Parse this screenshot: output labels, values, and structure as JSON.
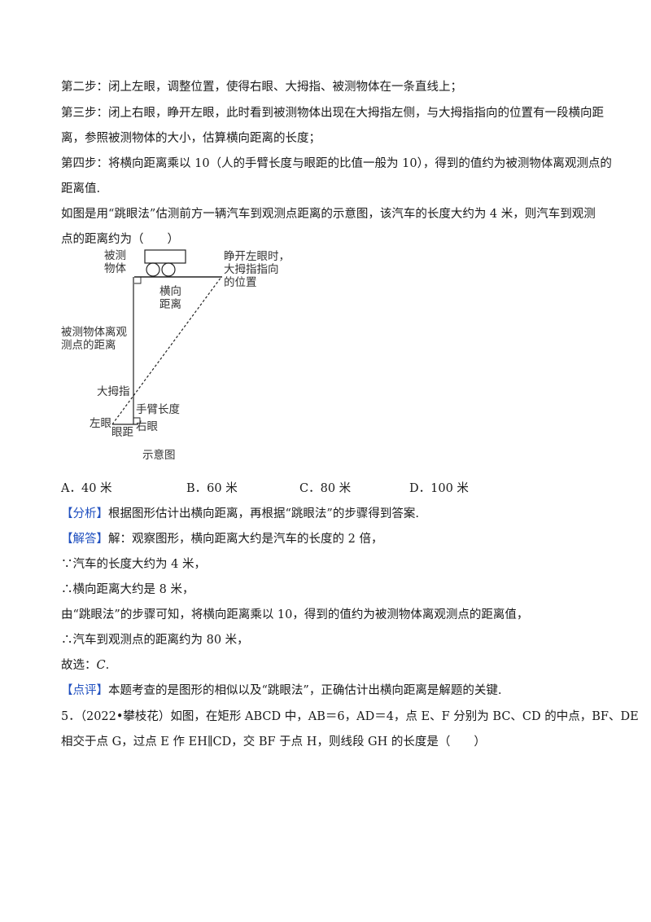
{
  "paragraphs": {
    "step2": "第二步：闭上左眼，调整位置，使得右眼、大拇指、被测物体在一条直线上；",
    "step3_a": "第三步：闭上右眼，睁开左眼，此时看到被测物体出现在大拇指左侧，与大拇指指向的位置有一段横向距",
    "step3_b": "离，参照被测物体的大小，估算横向距离的长度；",
    "step4_a": "第四步：将横向距离乘以 10（人的手臂长度与眼距的比值一般为 10），得到的值约为被测物体离观测点的",
    "step4_b": "距离值.",
    "question_a": "如图是用“跳眼法”估测前方一辆汽车到观测点距离的示意图，该汽车的长度大约为 4 米，则汽车到观测",
    "question_b": "点的距离约为（　　）"
  },
  "figure": {
    "label_object_1": "被测",
    "label_object_2": "物体",
    "label_open_1": "睁开左眼时，",
    "label_open_2": "大拇指指向",
    "label_open_3": "的位置",
    "label_horizontal_1": "横向",
    "label_horizontal_2": "距离",
    "label_distance_1": "被测物体离观",
    "label_distance_2": "测点的距离",
    "label_thumb": "大拇指",
    "label_arm": "手臂长度",
    "label_left_eye": "左眼",
    "label_eye_dist": "眼距",
    "label_right_eye": "右眼",
    "caption": "示意图"
  },
  "options": {
    "A": "A．40 米",
    "B": "B．60 米",
    "C": "C．80 米",
    "D": "D．100 米"
  },
  "analysis": {
    "tag": "【分析】",
    "text": "根据图形估计出横向距离，再根据“跳眼法”的步骤得到答案."
  },
  "solution": {
    "tag": "【解答】",
    "line1": "解：观察图形，横向距离大约是汽车的长度的 2 倍，",
    "line2": "∵汽车的长度大约为 4 米，",
    "line3": "∴横向距离大约是 8 米，",
    "line4": "由“跳眼法”的步骤可知，将横向距离乘以 10，得到的值约为被测物体离观测点的距离值，",
    "line5": "∴汽车到观测点的距离约为 80 米，",
    "line6_prefix": "故选：",
    "line6_answer": "C",
    "line6_suffix": "."
  },
  "review": {
    "tag": "【点评】",
    "text": "本题考查的是图形的相似以及“跳眼法”，正确估计出横向距离是解题的关键."
  },
  "problem5": {
    "line1": "5．（2022•攀枝花）如图，在矩形 ABCD 中，AB＝6，AD＝4，点 E、F 分别为 BC、CD 的中点，BF、DE",
    "line2": "相交于点 G，过点 E 作 EH∥CD，交 BF 于点 H，则线段 GH 的长度是（　　）"
  },
  "colors": {
    "tag": "#1f4fbf",
    "text": "#1a1a1a"
  }
}
